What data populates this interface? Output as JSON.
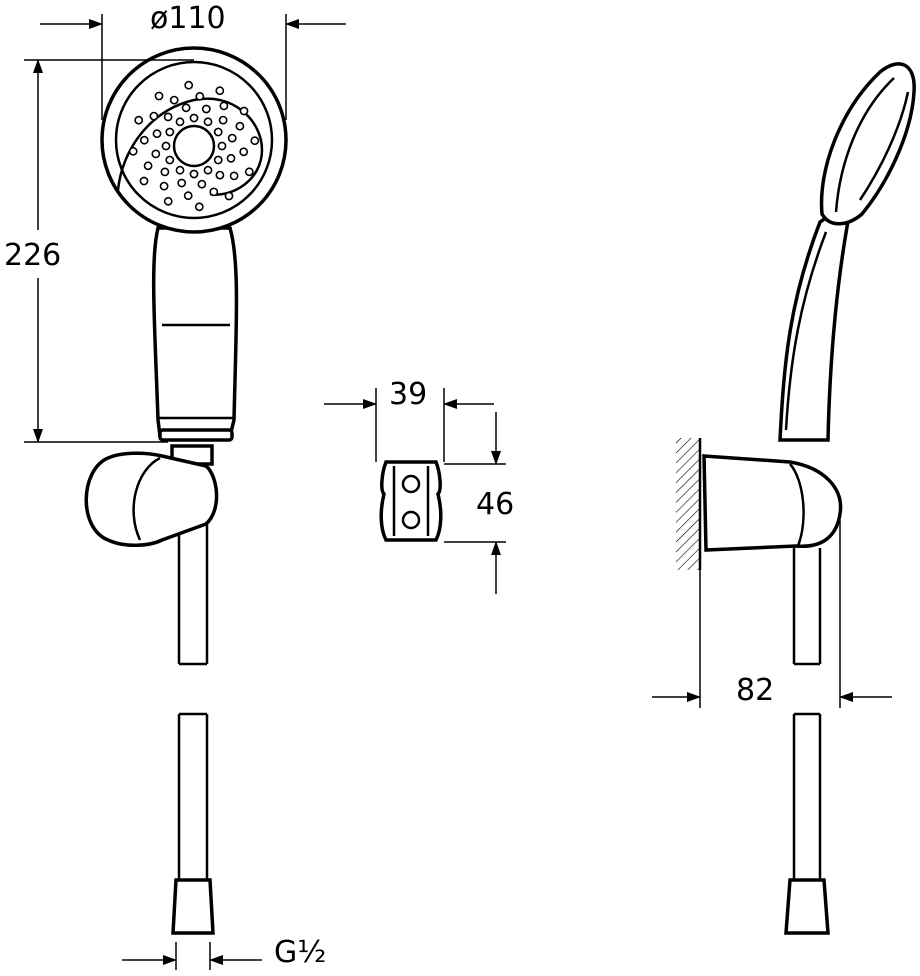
{
  "drawing": {
    "dimensions": {
      "head_diameter": "ø110",
      "total_length": "226",
      "holder_width": "39",
      "holder_height": "46",
      "projection": "82",
      "thread": "G½"
    }
  }
}
